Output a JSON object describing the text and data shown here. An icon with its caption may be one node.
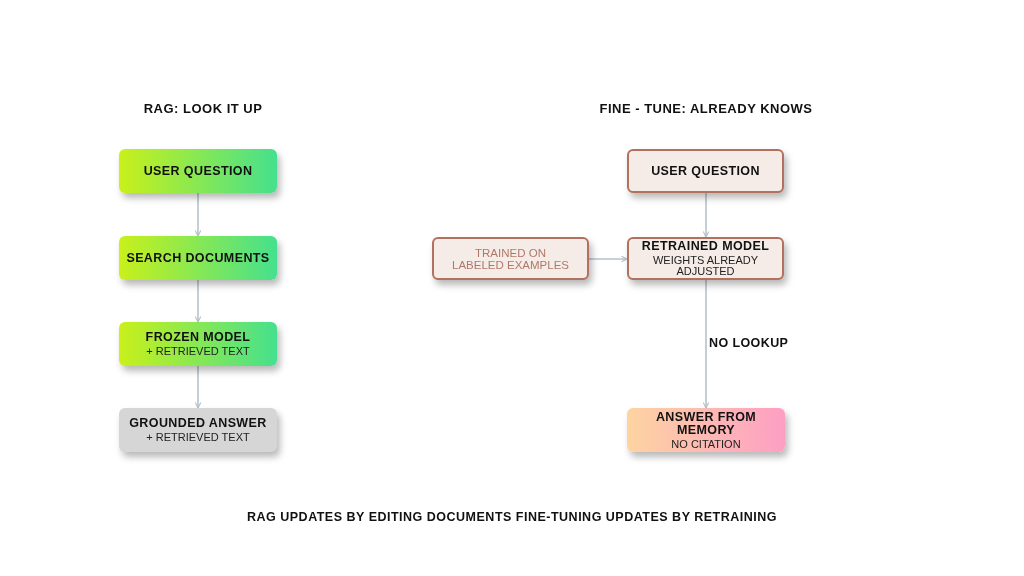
{
  "diagram": {
    "caption": "RAG UPDATES BY EDITING DOCUMENTS FINE-TUNING UPDATES BY RETRAINING",
    "nodes": [
      {
        "text": [
          "USER QUESTION"
        ]
      },
      {
        "text": [
          "SEARCH DOCUMENTS"
        ]
      },
      {
        "text": [
          "FROZEN MODEL",
          "+ RETRIEVED TEXT"
        ]
      },
      {
        "text": [
          "GROUNDED ANSWER",
          "+ RETRIEVED TEXT"
        ]
      },
      {
        "text": [
          "USER QUESTION"
        ]
      },
      {
        "text": [
          "TRAINED ON LABELED EXAMPLES"
        ]
      },
      {
        "text": [
          "RETRAINED MODEL",
          "WEIGHTS ALREADY ADJUSTED"
        ]
      },
      {
        "text": [
          "ANSWER FROM MEMORY",
          "NO CITATION"
        ]
      }
    ],
    "edges": [
      {
        "from": 0,
        "to": 1,
        "arrow": "to"
      },
      {
        "from": 1,
        "to": 2,
        "arrow": "to"
      },
      {
        "from": 2,
        "to": 3,
        "arrow": "to"
      },
      {
        "from": 4,
        "to": 6,
        "arrow": "to"
      },
      {
        "from": 5,
        "to": 6,
        "arrow": "to"
      },
      {
        "from": 6,
        "to": 7,
        "arrow": "to",
        "label": "NO LOOKUP"
      }
    ],
    "labels": [
      "RAG: LOOK IT UP",
      "FINE - TUNE: ALREADY KNOWS"
    ]
  }
}
